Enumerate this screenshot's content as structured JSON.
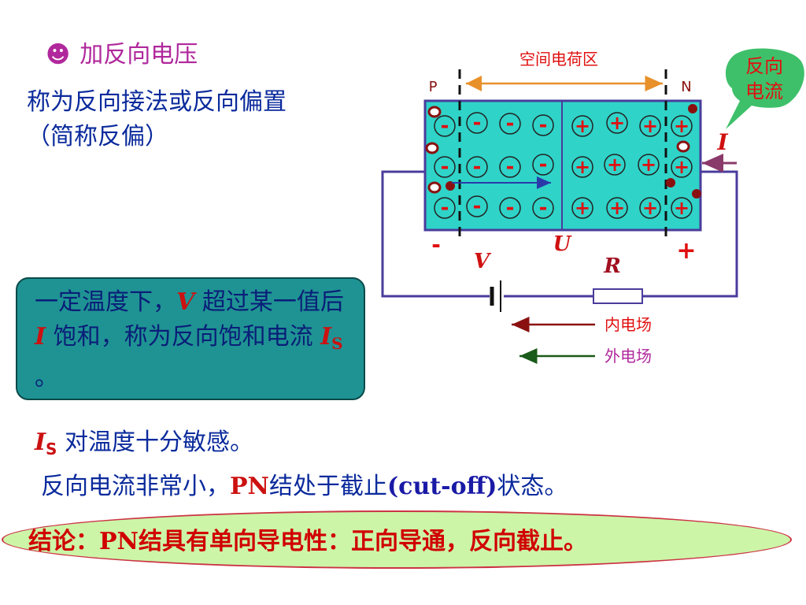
{
  "title": {
    "bullet": "☻",
    "text": "加反向电压"
  },
  "desc": {
    "line1": "称为反向接法或反向偏置",
    "line2": "（简称反偏）"
  },
  "box": {
    "part1": "一定温度下，",
    "v": "V",
    "part2": " 超过某一值后 ",
    "i": "I",
    "part3": " 饱和，称为反向饱和电流 ",
    "is_main": "I",
    "is_sub": "S",
    "part4": " 。"
  },
  "sensitivity": {
    "is_main": "I",
    "is_sub": "S",
    "text": " 对温度十分敏感。"
  },
  "reverse_line": {
    "part1": "反向电流非常小，",
    "pn": "PN",
    "part2": "结处于截止",
    "cutoff": "(cut-off)",
    "part3": "状态。"
  },
  "conclusion": {
    "label": "结论：",
    "pn": "PN",
    "text": "结具有单向导电性：正向导通，反向截止。"
  },
  "diagram": {
    "space_charge_label": "空间电荷区",
    "p_label": "P",
    "n_label": "N",
    "bubble_text_1": "反向",
    "bubble_text_2": "电流",
    "current_label": "I",
    "u_label": "U",
    "minus_label": "-",
    "plus_label": "+",
    "v_label": "V",
    "r_label": "R",
    "inner_field": "内电场",
    "outer_field": "外电场",
    "minus_sign": "-",
    "plus_sign": "+"
  },
  "colors": {
    "crystal_fill": "#2fd3c8",
    "ion_fill": "#2fd3c8",
    "sign_red": "#e01010",
    "wire": "#4a3c9c",
    "title_magenta": "#b0289c",
    "text_blue": "#0a2a9c",
    "bubble_green": "#3ec06a"
  }
}
